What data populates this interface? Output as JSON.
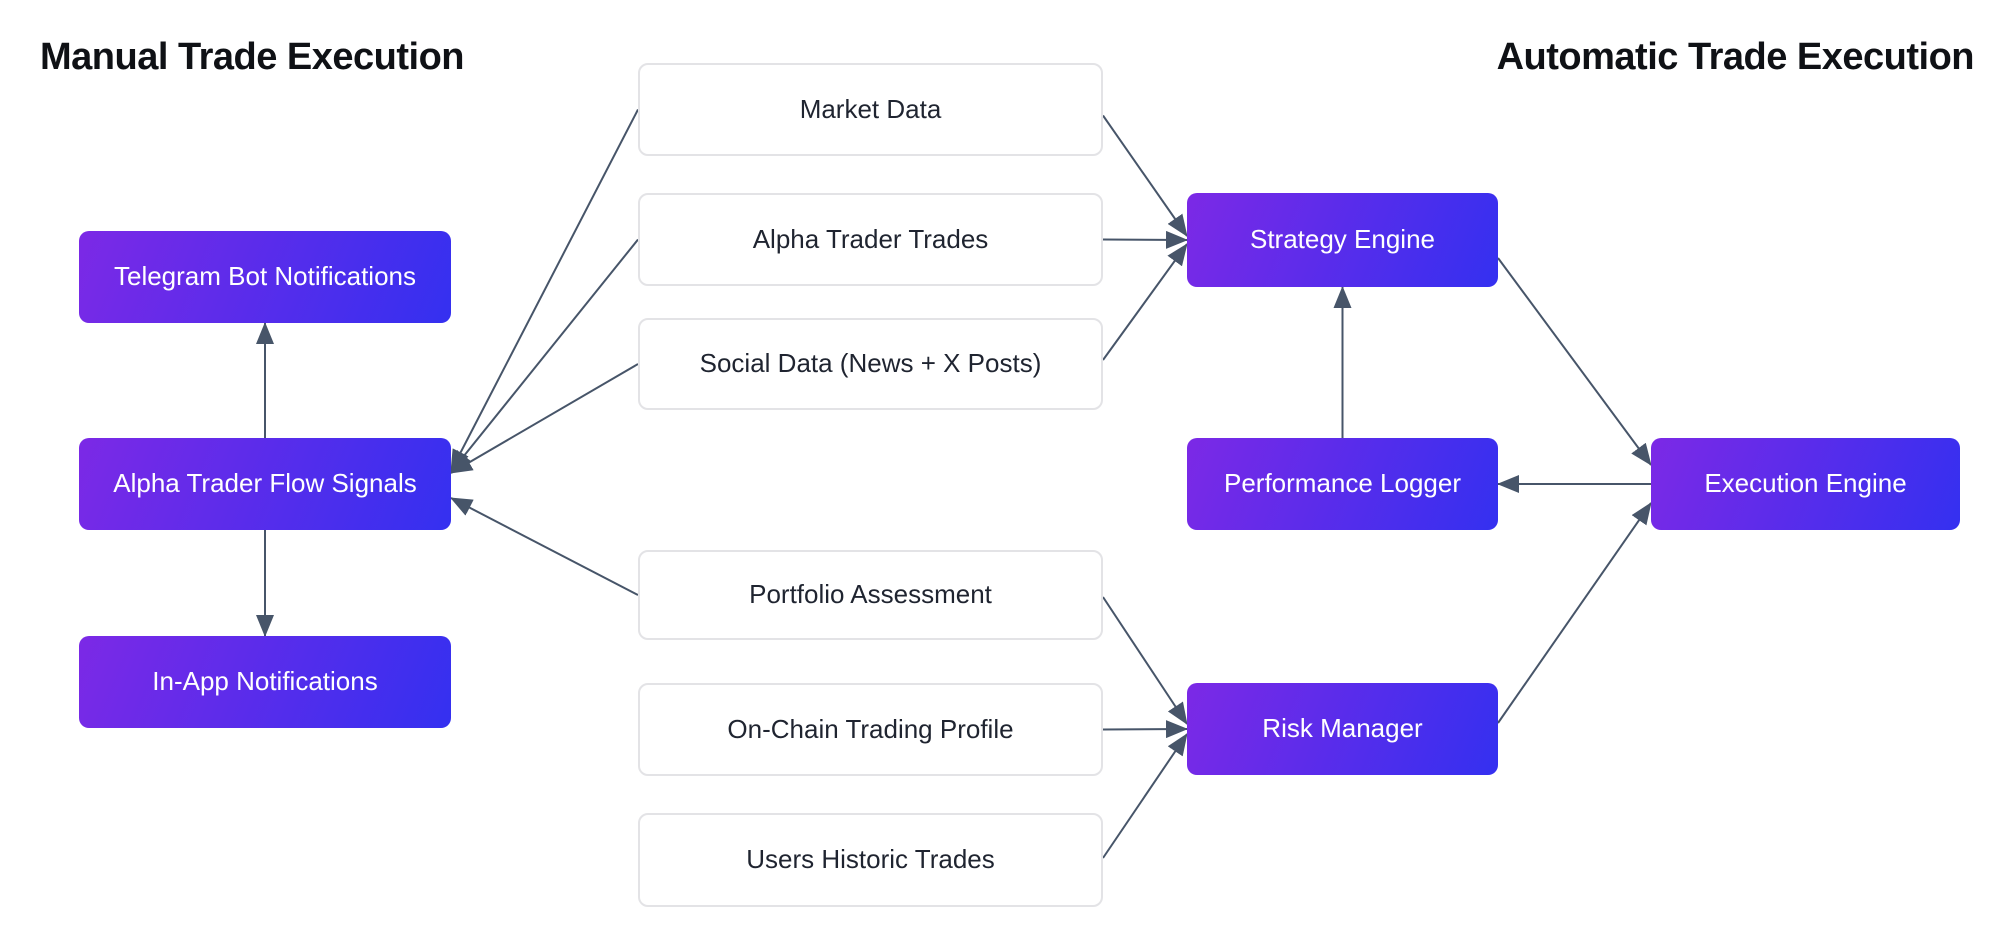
{
  "titles": {
    "manual": "Manual Trade Execution",
    "automatic": "Automatic Trade Execution"
  },
  "nodes": [
    {
      "id": "telegram",
      "label": "Telegram Bot Notifications",
      "kind": "filled"
    },
    {
      "id": "alpha_flow",
      "label": "Alpha Trader Flow Signals",
      "kind": "filled"
    },
    {
      "id": "in_app",
      "label": "In-App Notifications",
      "kind": "filled"
    },
    {
      "id": "market",
      "label": "Market Data",
      "kind": "outlined"
    },
    {
      "id": "alpha_trades",
      "label": "Alpha Trader Trades",
      "kind": "outlined"
    },
    {
      "id": "social",
      "label": "Social Data (News + X Posts)",
      "kind": "outlined"
    },
    {
      "id": "portfolio",
      "label": "Portfolio Assessment",
      "kind": "outlined"
    },
    {
      "id": "on_chain",
      "label": "On-Chain Trading Profile",
      "kind": "outlined"
    },
    {
      "id": "users",
      "label": "Users Historic Trades",
      "kind": "outlined"
    },
    {
      "id": "strategy",
      "label": "Strategy Engine",
      "kind": "filled"
    },
    {
      "id": "perf",
      "label": "Performance Logger",
      "kind": "filled"
    },
    {
      "id": "risk",
      "label": "Risk Manager",
      "kind": "filled"
    },
    {
      "id": "execution",
      "label": "Execution Engine",
      "kind": "filled"
    }
  ],
  "edges": [
    {
      "from": "market",
      "to": "alpha_flow"
    },
    {
      "from": "alpha_trades",
      "to": "alpha_flow"
    },
    {
      "from": "social",
      "to": "alpha_flow"
    },
    {
      "from": "portfolio",
      "to": "alpha_flow"
    },
    {
      "from": "market",
      "to": "strategy"
    },
    {
      "from": "alpha_trades",
      "to": "strategy"
    },
    {
      "from": "social",
      "to": "strategy"
    },
    {
      "from": "portfolio",
      "to": "risk"
    },
    {
      "from": "on_chain",
      "to": "risk"
    },
    {
      "from": "users",
      "to": "risk"
    },
    {
      "from": "alpha_flow",
      "to": "telegram"
    },
    {
      "from": "alpha_flow",
      "to": "in_app"
    },
    {
      "from": "perf",
      "to": "strategy"
    },
    {
      "from": "strategy",
      "to": "execution"
    },
    {
      "from": "risk",
      "to": "execution"
    },
    {
      "from": "execution",
      "to": "perf"
    }
  ],
  "colors": {
    "node_gradient_start": "#7c29e6",
    "node_gradient_end": "#3430f0",
    "node_text": "#ffffff",
    "outlined_border": "#e3e3e6",
    "outlined_text": "#1f2430",
    "edge": "#475569",
    "title": "#0f1115",
    "background": "#ffffff"
  }
}
